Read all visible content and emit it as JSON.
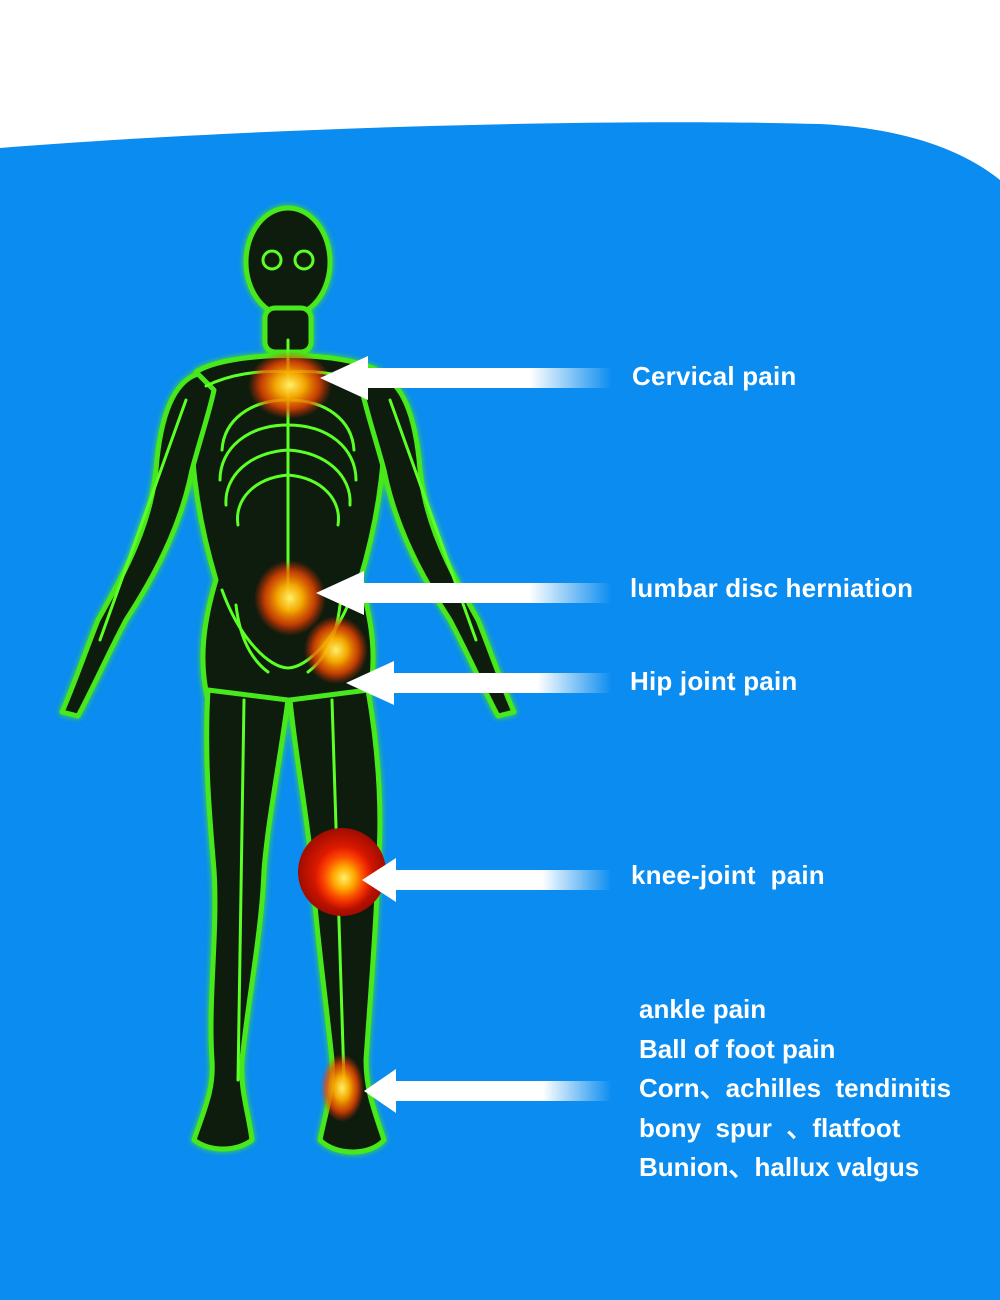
{
  "colors": {
    "background": "#0a8cf0",
    "top_area": "#ffffff",
    "body_glow": "#3fe018",
    "pain_spot": "#ff5a00",
    "arrow": "#ffffff"
  },
  "labels": {
    "cervical": "Cervical pain",
    "lumbar": "lumbar disc herniation",
    "hip": "Hip joint pain",
    "knee": "knee-joint  pain"
  },
  "foot_conditions": [
    "ankle pain",
    "Ball of foot pain",
    "Corn、achilles  tendinitis",
    "bony  spur  、flatfoot",
    "Bunion、hallux valgus"
  ]
}
